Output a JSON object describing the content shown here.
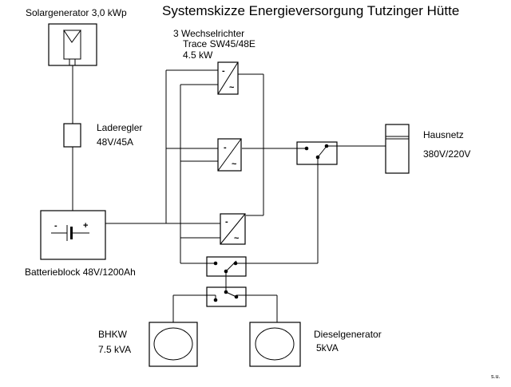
{
  "title": "Systemskizze Energieversorgung Tutzinger Hütte",
  "solar": {
    "name": "Solargenerator 3,0  kWp"
  },
  "charger": {
    "name": "Laderegler",
    "rating": "48V/45A"
  },
  "inverters": {
    "line1": "3 Wechselrichter",
    "line2": "Trace SW45/48E",
    "line3": "4.5 kW"
  },
  "battery": {
    "name": "Batterieblock 48V/1200Ah",
    "minus": "-",
    "plus": "+"
  },
  "house": {
    "name": "Hausnetz",
    "rating": "380V/220V"
  },
  "chp": {
    "name": "BHKW",
    "rating": "7.5 kVA"
  },
  "diesel": {
    "name": "Dieselgenerator",
    "rating": "5kVA"
  },
  "signature": "s.u.",
  "inverter_symbols": {
    "dc": "-",
    "ac": "~"
  }
}
